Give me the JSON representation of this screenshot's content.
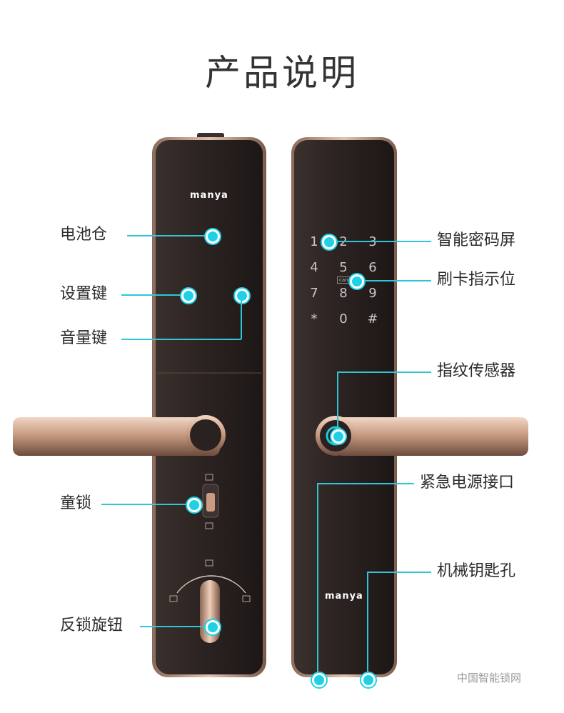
{
  "title": "产品说明",
  "brand": "manya",
  "card_mark": "card",
  "watermark": "中国智能锁网",
  "labels": {
    "battery": "电池仓",
    "settings_key": "设置键",
    "volume_key": "音量键",
    "child_lock": "童锁",
    "anti_lock_knob": "反锁旋钮",
    "keypad_screen": "智能密码屏",
    "card_position": "刷卡指示位",
    "fingerprint_sensor": "指纹传感器",
    "emergency_power": "紧急电源接口",
    "mechanical_keyhole": "机械钥匙孔"
  },
  "keypad": [
    "1",
    "2",
    "3",
    "4",
    "5",
    "6",
    "7",
    "8",
    "9",
    "*",
    "0",
    "#"
  ],
  "colors": {
    "accent": "#20d0e6",
    "body": "#231d1c",
    "rim": "#b8917c",
    "handle": "#c99c82"
  }
}
